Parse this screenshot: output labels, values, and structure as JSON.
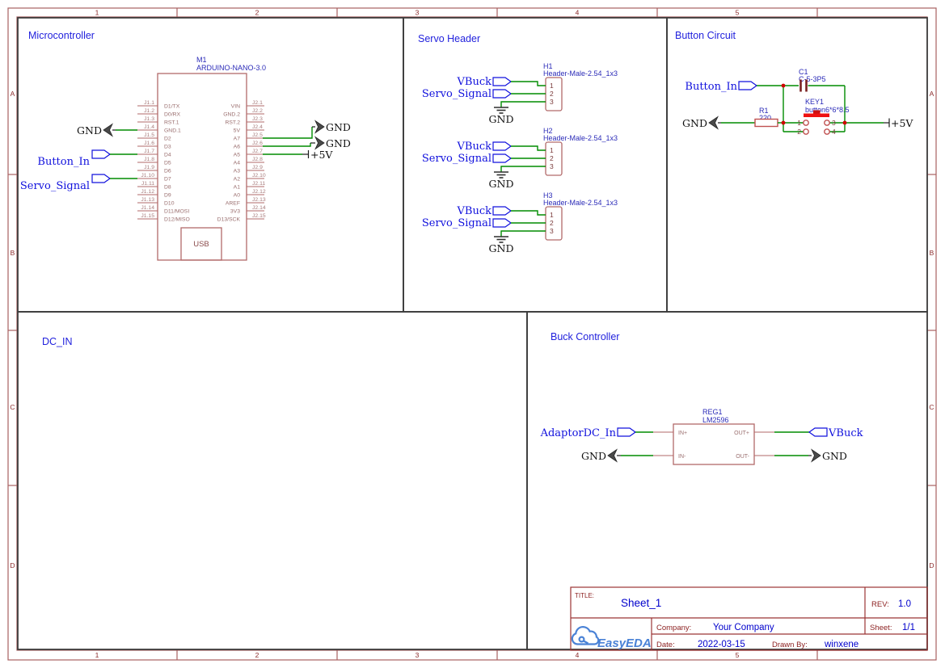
{
  "frame": {
    "top_numbers": [
      "1",
      "2",
      "3",
      "4",
      "5"
    ],
    "side_letters": [
      "A",
      "B",
      "C",
      "D"
    ]
  },
  "sections": {
    "microcontroller": "Microcontroller",
    "servo_header": "Servo Header",
    "button_circuit": "Button Circuit",
    "dc_in": "DC_IN",
    "buck_controller": "Buck Controller"
  },
  "mcu": {
    "ref": "M1",
    "part": "ARDUINO-NANO-3.0",
    "usb_label": "USB",
    "left_pins": [
      {
        "num": "J1.1",
        "name": "D1/TX"
      },
      {
        "num": "J1.2",
        "name": "D0/RX"
      },
      {
        "num": "J1.3",
        "name": "RST.1"
      },
      {
        "num": "J1.4",
        "name": "GND.1"
      },
      {
        "num": "J1.5",
        "name": "D2"
      },
      {
        "num": "J1.6",
        "name": "D3"
      },
      {
        "num": "J1.7",
        "name": "D4"
      },
      {
        "num": "J1.8",
        "name": "D5"
      },
      {
        "num": "J1.9",
        "name": "D6"
      },
      {
        "num": "J1.10",
        "name": "D7"
      },
      {
        "num": "J1.11",
        "name": "D8"
      },
      {
        "num": "J1.12",
        "name": "D9"
      },
      {
        "num": "J1.13",
        "name": "D10"
      },
      {
        "num": "J1.14",
        "name": "D11/MOSI"
      },
      {
        "num": "J1.15",
        "name": "D12/MISO"
      }
    ],
    "right_pins": [
      {
        "num": "J2.1",
        "name": "VIN"
      },
      {
        "num": "J2.2",
        "name": "GND.2"
      },
      {
        "num": "J2.3",
        "name": "RST.2"
      },
      {
        "num": "J2.4",
        "name": "5V"
      },
      {
        "num": "J2.5",
        "name": "A7"
      },
      {
        "num": "J2.6",
        "name": "A6"
      },
      {
        "num": "J2.7",
        "name": "A5"
      },
      {
        "num": "J2.8",
        "name": "A4"
      },
      {
        "num": "J2.9",
        "name": "A3"
      },
      {
        "num": "J2.10",
        "name": "A2"
      },
      {
        "num": "J2.11",
        "name": "A1"
      },
      {
        "num": "J2.12",
        "name": "A0"
      },
      {
        "num": "J2.13",
        "name": "AREF"
      },
      {
        "num": "J2.14",
        "name": "3V3"
      },
      {
        "num": "J2.15",
        "name": "D13/SCK"
      }
    ],
    "nets": {
      "gnd_left": "GND",
      "button_in": "Button_In",
      "servo_signal": "Servo_Signal",
      "gnd_a7": "GND",
      "gnd_a6": "GND",
      "vcc": "+5V"
    }
  },
  "servo": {
    "headers": [
      {
        "ref": "H1",
        "part": "Header-Male-2.54_1x3",
        "pins": [
          "1",
          "2",
          "3"
        ],
        "net_vbuck": "VBuck",
        "net_servo": "Servo_Signal",
        "net_gnd": "GND"
      },
      {
        "ref": "H2",
        "part": "Header-Male-2.54_1x3",
        "pins": [
          "1",
          "2",
          "3"
        ],
        "net_vbuck": "VBuck",
        "net_servo": "Servo_Signal",
        "net_gnd": "GND"
      },
      {
        "ref": "H3",
        "part": "Header-Male-2.54_1x3",
        "pins": [
          "1",
          "2",
          "3"
        ],
        "net_vbuck": "VBuck",
        "net_servo": "Servo_Signal",
        "net_gnd": "GND"
      }
    ]
  },
  "button": {
    "net_in": "Button_In",
    "cap_ref": "C1",
    "cap_val": "C-5-3P5",
    "res_ref": "R1",
    "res_val": "220",
    "key_ref": "KEY1",
    "key_val": "button6*6*8.5",
    "key_pins": [
      "1",
      "2",
      "3",
      "4"
    ],
    "net_gnd": "GND",
    "net_vcc": "+5V"
  },
  "buck": {
    "reg_ref": "REG1",
    "reg_part": "LM2596",
    "pin_in_plus": "IN+",
    "pin_in_minus": "IN-",
    "pin_out_plus": "OUT+",
    "pin_out_minus": "OUT-",
    "net_in": "AdaptorDC_In",
    "net_out": "VBuck",
    "net_gnd_in": "GND",
    "net_gnd_out": "GND"
  },
  "title_block": {
    "title_label": "TITLE:",
    "title": "Sheet_1",
    "rev_label": "REV:",
    "rev": "1.0",
    "company_label": "Company:",
    "company": "Your Company",
    "sheet_label": "Sheet:",
    "sheet": "1/1",
    "date_label": "Date:",
    "date": "2022-03-15",
    "drawn_label": "Drawn By:",
    "drawn_by": "winxene",
    "logo_text": "EasyEDA"
  },
  "colors": {
    "wire": "#008C00",
    "net_blue": "#1111DD",
    "part_outline": "#B26A6A",
    "frame_red": "#A86060",
    "key_red": "#EE1111"
  }
}
